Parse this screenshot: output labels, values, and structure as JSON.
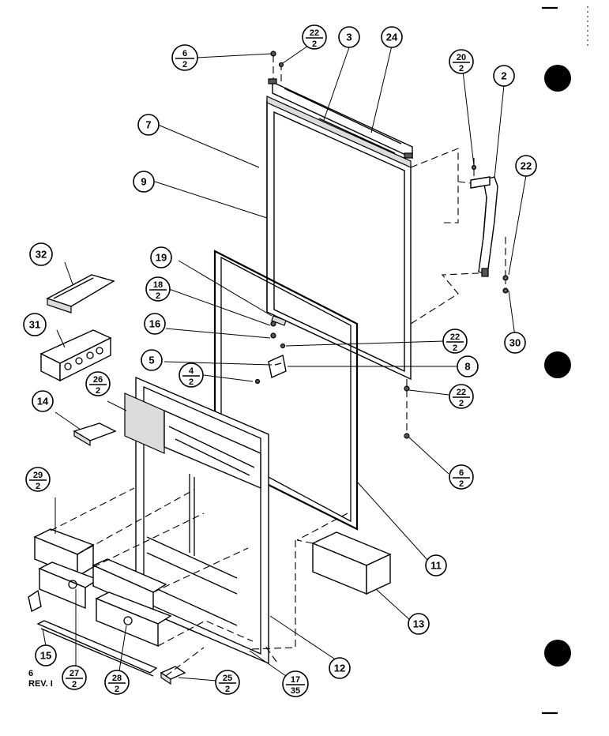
{
  "diagram": {
    "revision_code": "6",
    "revision_label": "REV. I",
    "callouts": [
      {
        "id": "c-6a",
        "label": "6",
        "qty": "2"
      },
      {
        "id": "c-22a",
        "label": "22",
        "qty": "2"
      },
      {
        "id": "c-3",
        "label": "3"
      },
      {
        "id": "c-24",
        "label": "24"
      },
      {
        "id": "c-20",
        "label": "20",
        "qty": "2"
      },
      {
        "id": "c-2",
        "label": "2"
      },
      {
        "id": "c-7",
        "label": "7"
      },
      {
        "id": "c-9",
        "label": "9"
      },
      {
        "id": "c-22b",
        "label": "22"
      },
      {
        "id": "c-32",
        "label": "32"
      },
      {
        "id": "c-19",
        "label": "19"
      },
      {
        "id": "c-18",
        "label": "18",
        "qty": "2"
      },
      {
        "id": "c-31",
        "label": "31"
      },
      {
        "id": "c-16",
        "label": "16"
      },
      {
        "id": "c-30",
        "label": "30"
      },
      {
        "id": "c-22c",
        "label": "22",
        "qty": "2"
      },
      {
        "id": "c-5",
        "label": "5"
      },
      {
        "id": "c-8",
        "label": "8"
      },
      {
        "id": "c-4",
        "label": "4",
        "qty": "2"
      },
      {
        "id": "c-26",
        "label": "26",
        "qty": "2"
      },
      {
        "id": "c-22d",
        "label": "22",
        "qty": "2"
      },
      {
        "id": "c-14",
        "label": "14"
      },
      {
        "id": "c-6b",
        "label": "6",
        "qty": "2"
      },
      {
        "id": "c-29",
        "label": "29",
        "qty": "2"
      },
      {
        "id": "c-11",
        "label": "11"
      },
      {
        "id": "c-13",
        "label": "13"
      },
      {
        "id": "c-12",
        "label": "12"
      },
      {
        "id": "c-15",
        "label": "15"
      },
      {
        "id": "c-27",
        "label": "27",
        "qty": "2"
      },
      {
        "id": "c-28",
        "label": "28",
        "qty": "2"
      },
      {
        "id": "c-25",
        "label": "25",
        "qty": "2"
      },
      {
        "id": "c-17",
        "label": "17",
        "qty": "35"
      }
    ]
  }
}
